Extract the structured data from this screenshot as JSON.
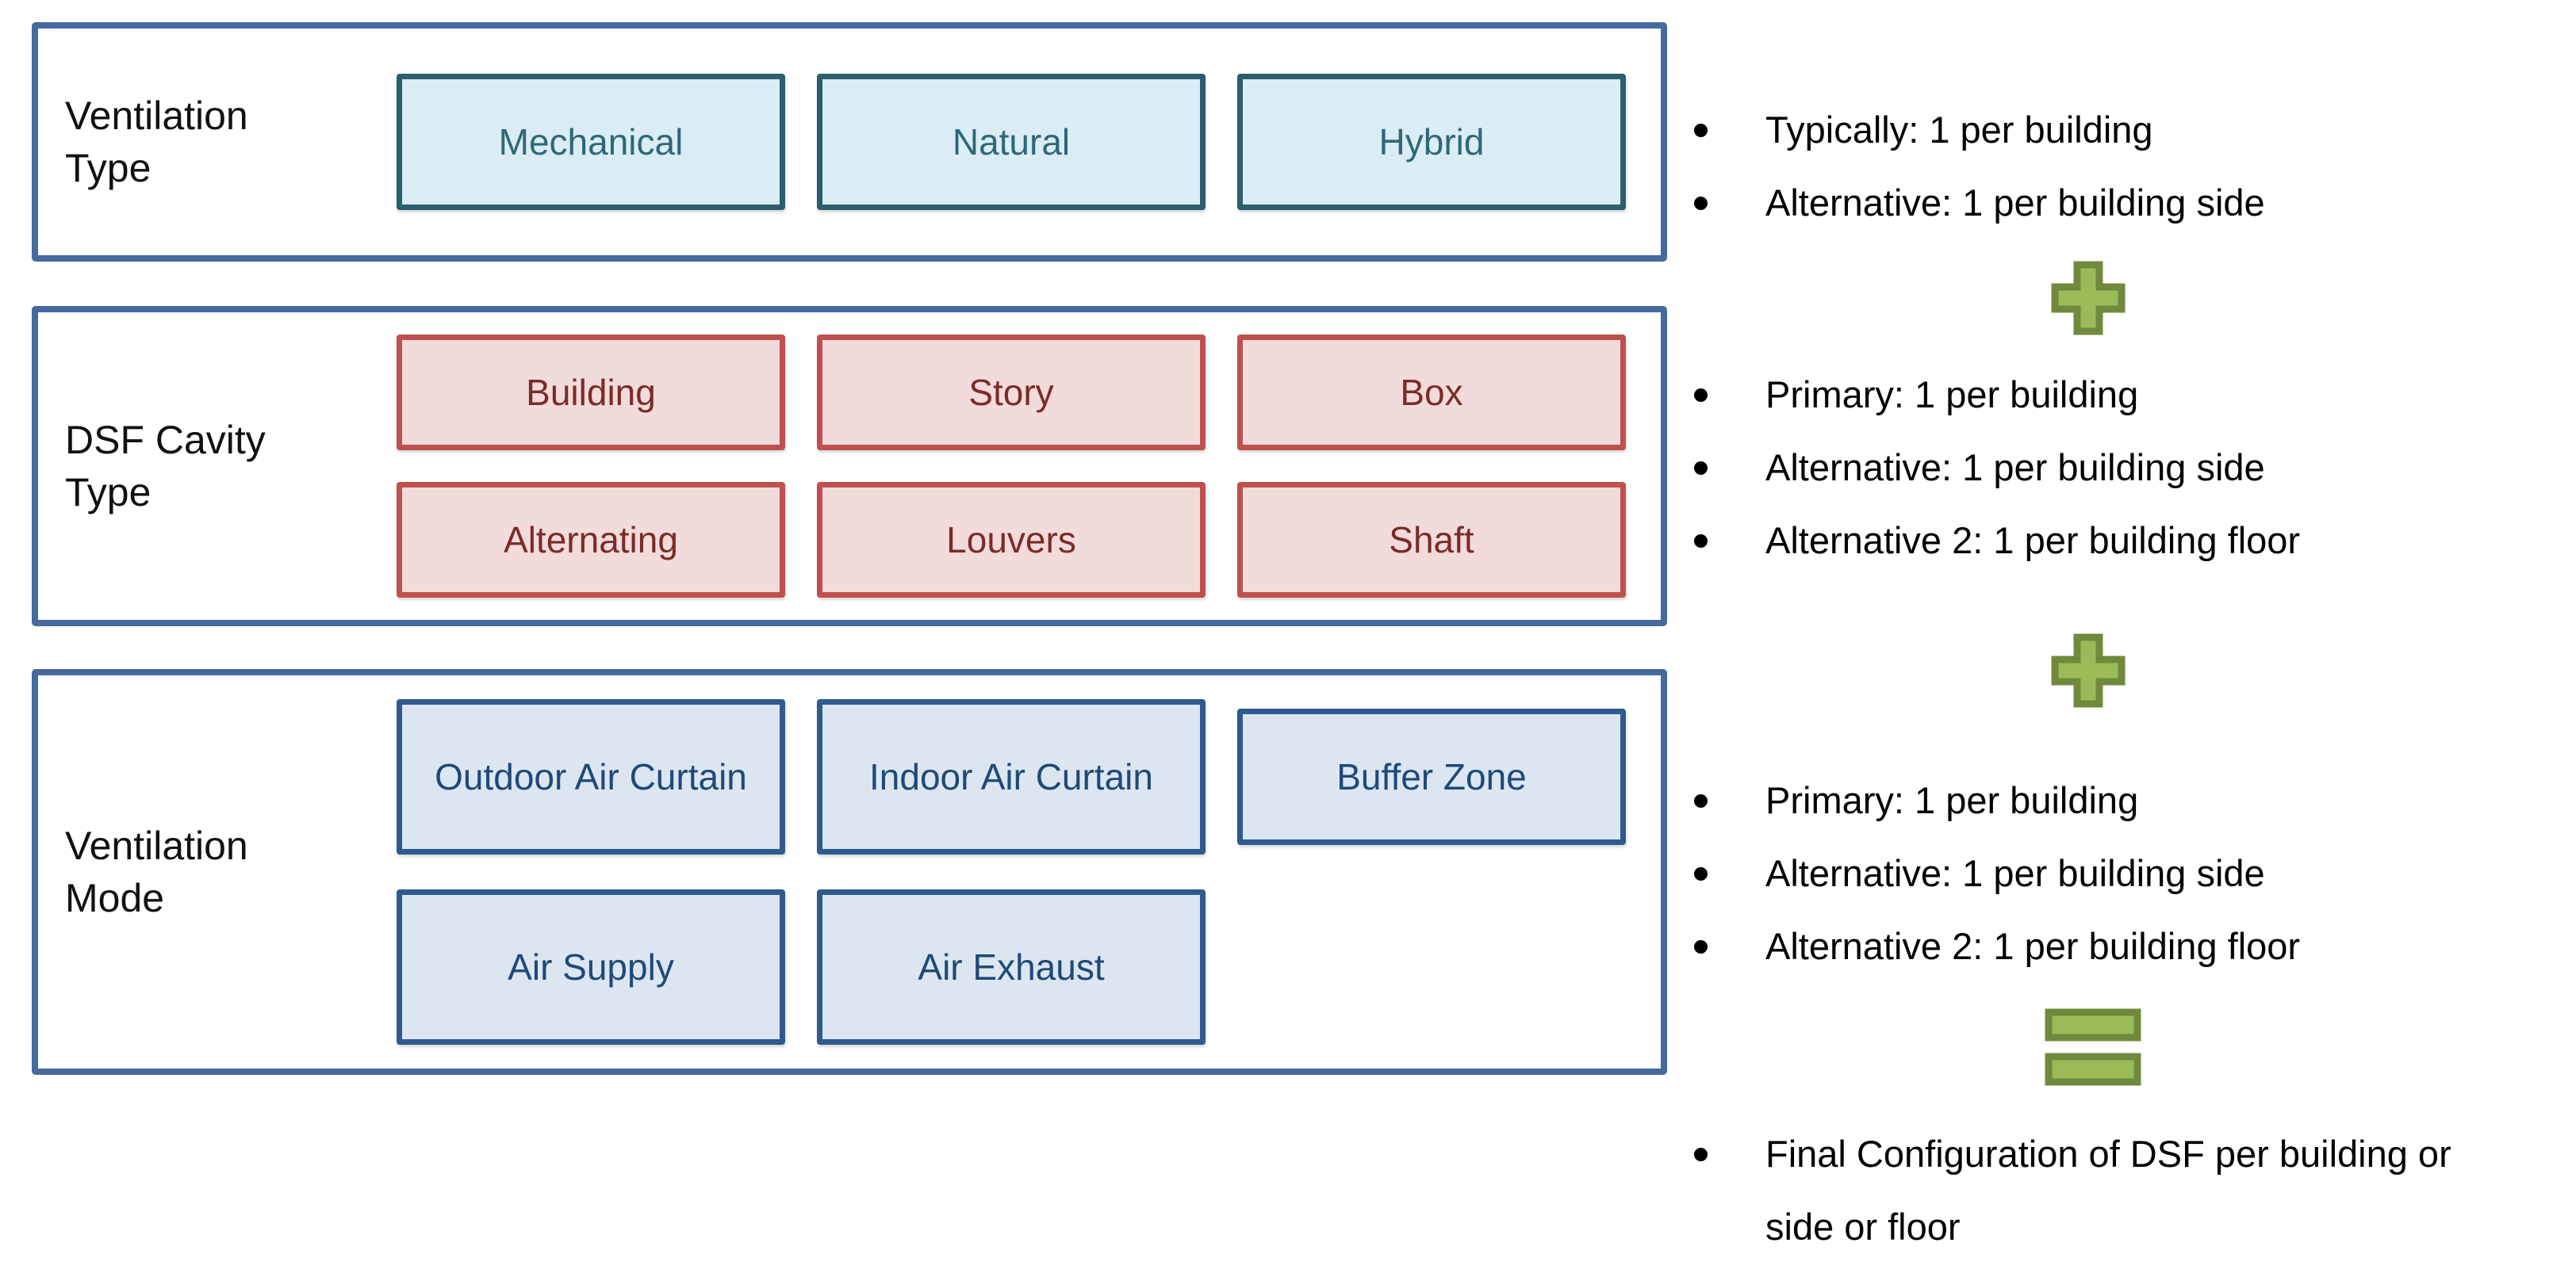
{
  "diagram": {
    "categories": [
      {
        "label": "Ventilation Type",
        "accent": "teal",
        "rows": [
          [
            "Mechanical",
            "Natural",
            "Hybrid"
          ]
        ]
      },
      {
        "label": "DSF Cavity Type",
        "accent": "red",
        "rows": [
          [
            "Building",
            "Story",
            "Box"
          ],
          [
            "Alternating",
            "Louvers",
            "Shaft"
          ]
        ]
      },
      {
        "label": "Ventilation Mode",
        "accent": "blue",
        "rows": [
          [
            "Outdoor Air Curtain",
            "Indoor Air Curtain",
            "Buffer Zone"
          ],
          [
            "Air Supply",
            "Air Exhaust"
          ]
        ]
      }
    ],
    "right_panel": {
      "groups": [
        {
          "operator": null,
          "bullets": [
            "Typically: 1 per building",
            "Alternative: 1 per building side"
          ]
        },
        {
          "operator": "plus",
          "bullets": [
            "Primary: 1 per building",
            "Alternative: 1 per building side",
            "Alternative 2: 1 per building floor"
          ]
        },
        {
          "operator": "plus",
          "bullets": [
            "Primary: 1 per building",
            "Alternative: 1 per building side",
            "Alternative 2: 1 per building floor"
          ]
        },
        {
          "operator": "equals",
          "bullets": [
            "Final Configuration of DSF per building or side or floor"
          ]
        }
      ]
    },
    "colors": {
      "outer_border": "#466A9F",
      "teal": {
        "border": "#2A5F6D",
        "fill": "#DBEDF4",
        "text": "#2F6878"
      },
      "red": {
        "border": "#C0504D",
        "fill": "#F2DCDB",
        "text": "#7C2B28"
      },
      "blue": {
        "border": "#2E5A8F",
        "fill": "#DCE6F1",
        "text": "#1F4977"
      },
      "green_operator": {
        "fill": "#9BBB59",
        "border": "#6F8A3D"
      }
    }
  }
}
